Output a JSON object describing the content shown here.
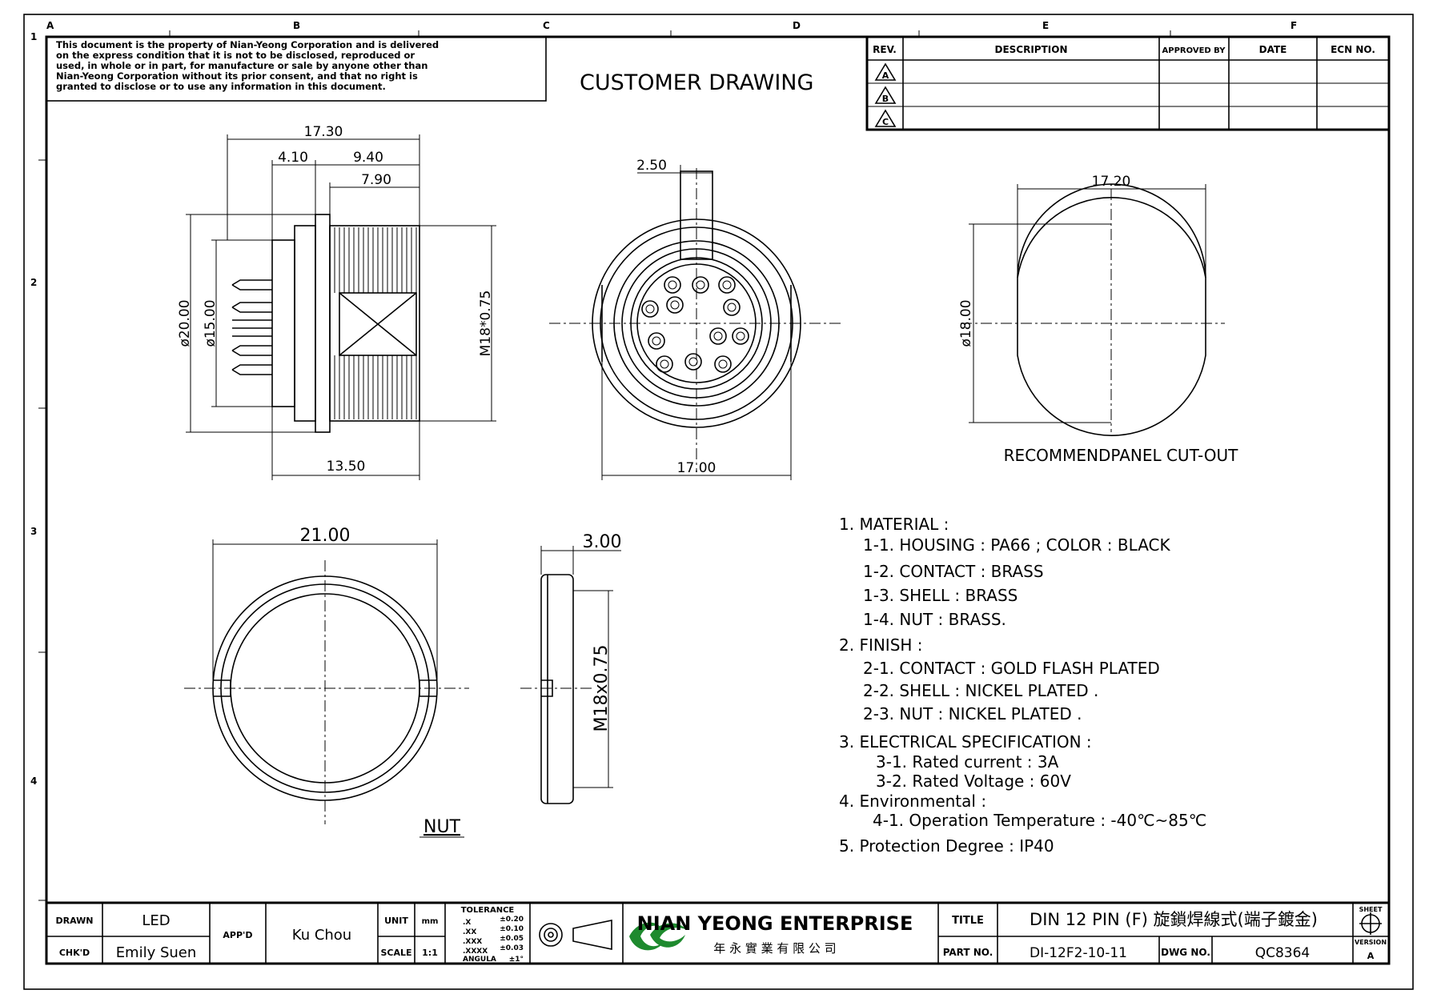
{
  "frame": {
    "col_labels": [
      "A",
      "B",
      "C",
      "D",
      "E",
      "F"
    ],
    "row_labels": [
      "1",
      "2",
      "3",
      "4"
    ]
  },
  "notice": {
    "lines": [
      "This document is the property of Nian-Yeong Corporation and is delivered",
      "on the express condition that it is not to be disclosed, reproduced or",
      "used, in whole or in part, for manufacture or sale by anyone other than",
      "Nian-Yeong Corporation without its prior consent, and that no right is",
      "granted to disclose or to use any information in this document."
    ]
  },
  "header_title": "CUSTOMER  DRAWING",
  "revision_table": {
    "headers": [
      "REV.",
      "DESCRIPTION",
      "APPROVED BY",
      "DATE",
      "ECN NO."
    ],
    "rows": [
      "A",
      "B",
      "C"
    ]
  },
  "side_view": {
    "dims": {
      "overall": "17.30",
      "flange": "4.10",
      "thread_total": "9.40",
      "thread": "7.90",
      "dia20": "ø20.00",
      "dia15": "ø15.00",
      "thread_spec": "M18*0.75",
      "length": "13.50"
    }
  },
  "front_view": {
    "dims": {
      "key": "2.50",
      "diameter": "17.00"
    }
  },
  "cutout": {
    "dims": {
      "width": "17.20",
      "height": "ø18.00"
    },
    "label": "RECOMMENDPANEL CUT-OUT"
  },
  "nut": {
    "dims": {
      "diameter": "21.00",
      "thickness": "3.00",
      "thread": "M18x0.75"
    },
    "label": "NUT"
  },
  "notes": [
    "1.  MATERIAL  :",
    "1-1.  HOUSING  :    PA66  ;  COLOR  :  BLACK",
    "1-2.  CONTACT  :  BRASS",
    "1-3.  SHELL  :  BRASS",
    "1-4.  NUT  :  BRASS.",
    "2.  FINISH  :",
    "2-1.  CONTACT    :  GOLD  FLASH  PLATED",
    "2-2.  SHELL  :  NICKEL  PLATED  .",
    "2-3.  NUT  :  NICKEL  PLATED  .",
    "3.  ELECTRICAL  SPECIFICATION  :",
    "3-1.  Rated  current  :  3A",
    "3-2.  Rated  Voltage  :  60V",
    "4.  Environmental  :",
    "4-1.  Operation  Temperature  :  -40℃~85℃",
    "5.  Protection  Degree  :  IP40"
  ],
  "title_block": {
    "drawn_label": "DRAWN",
    "drawn_value": "LED",
    "chkd_label": "CHK'D",
    "chkd_value": "Emily  Suen",
    "appd_label": "APP'D",
    "appd_value": "Ku  Chou",
    "unit_label": "UNIT",
    "unit_value": "mm",
    "scale_label": "SCALE",
    "scale_value": "1:1",
    "tolerance_title": "TOLERANCE",
    "tolerance": [
      [
        ".X",
        "±0.20"
      ],
      [
        ".XX",
        "±0.10"
      ],
      [
        ".XXX",
        "±0.05"
      ],
      [
        ".XXXX",
        "±0.03"
      ],
      [
        "ANGULA",
        "±1°"
      ]
    ],
    "company_name": "NIAN YEONG ENTERPRISE",
    "company_cn": "年 永 實 業 有 限 公 司",
    "title_label": "TITLE",
    "title_value": "DIN  12  PIN  (F)  旋鎖焊線式(端子鍍金)",
    "partno_label": "PART NO.",
    "partno_value": "DI-12F2-10-11",
    "dwgno_label": "DWG NO.",
    "dwgno_value": "QC8364",
    "sheet_label": "SHEET",
    "version_label": "VERSION",
    "version_value": "A"
  }
}
